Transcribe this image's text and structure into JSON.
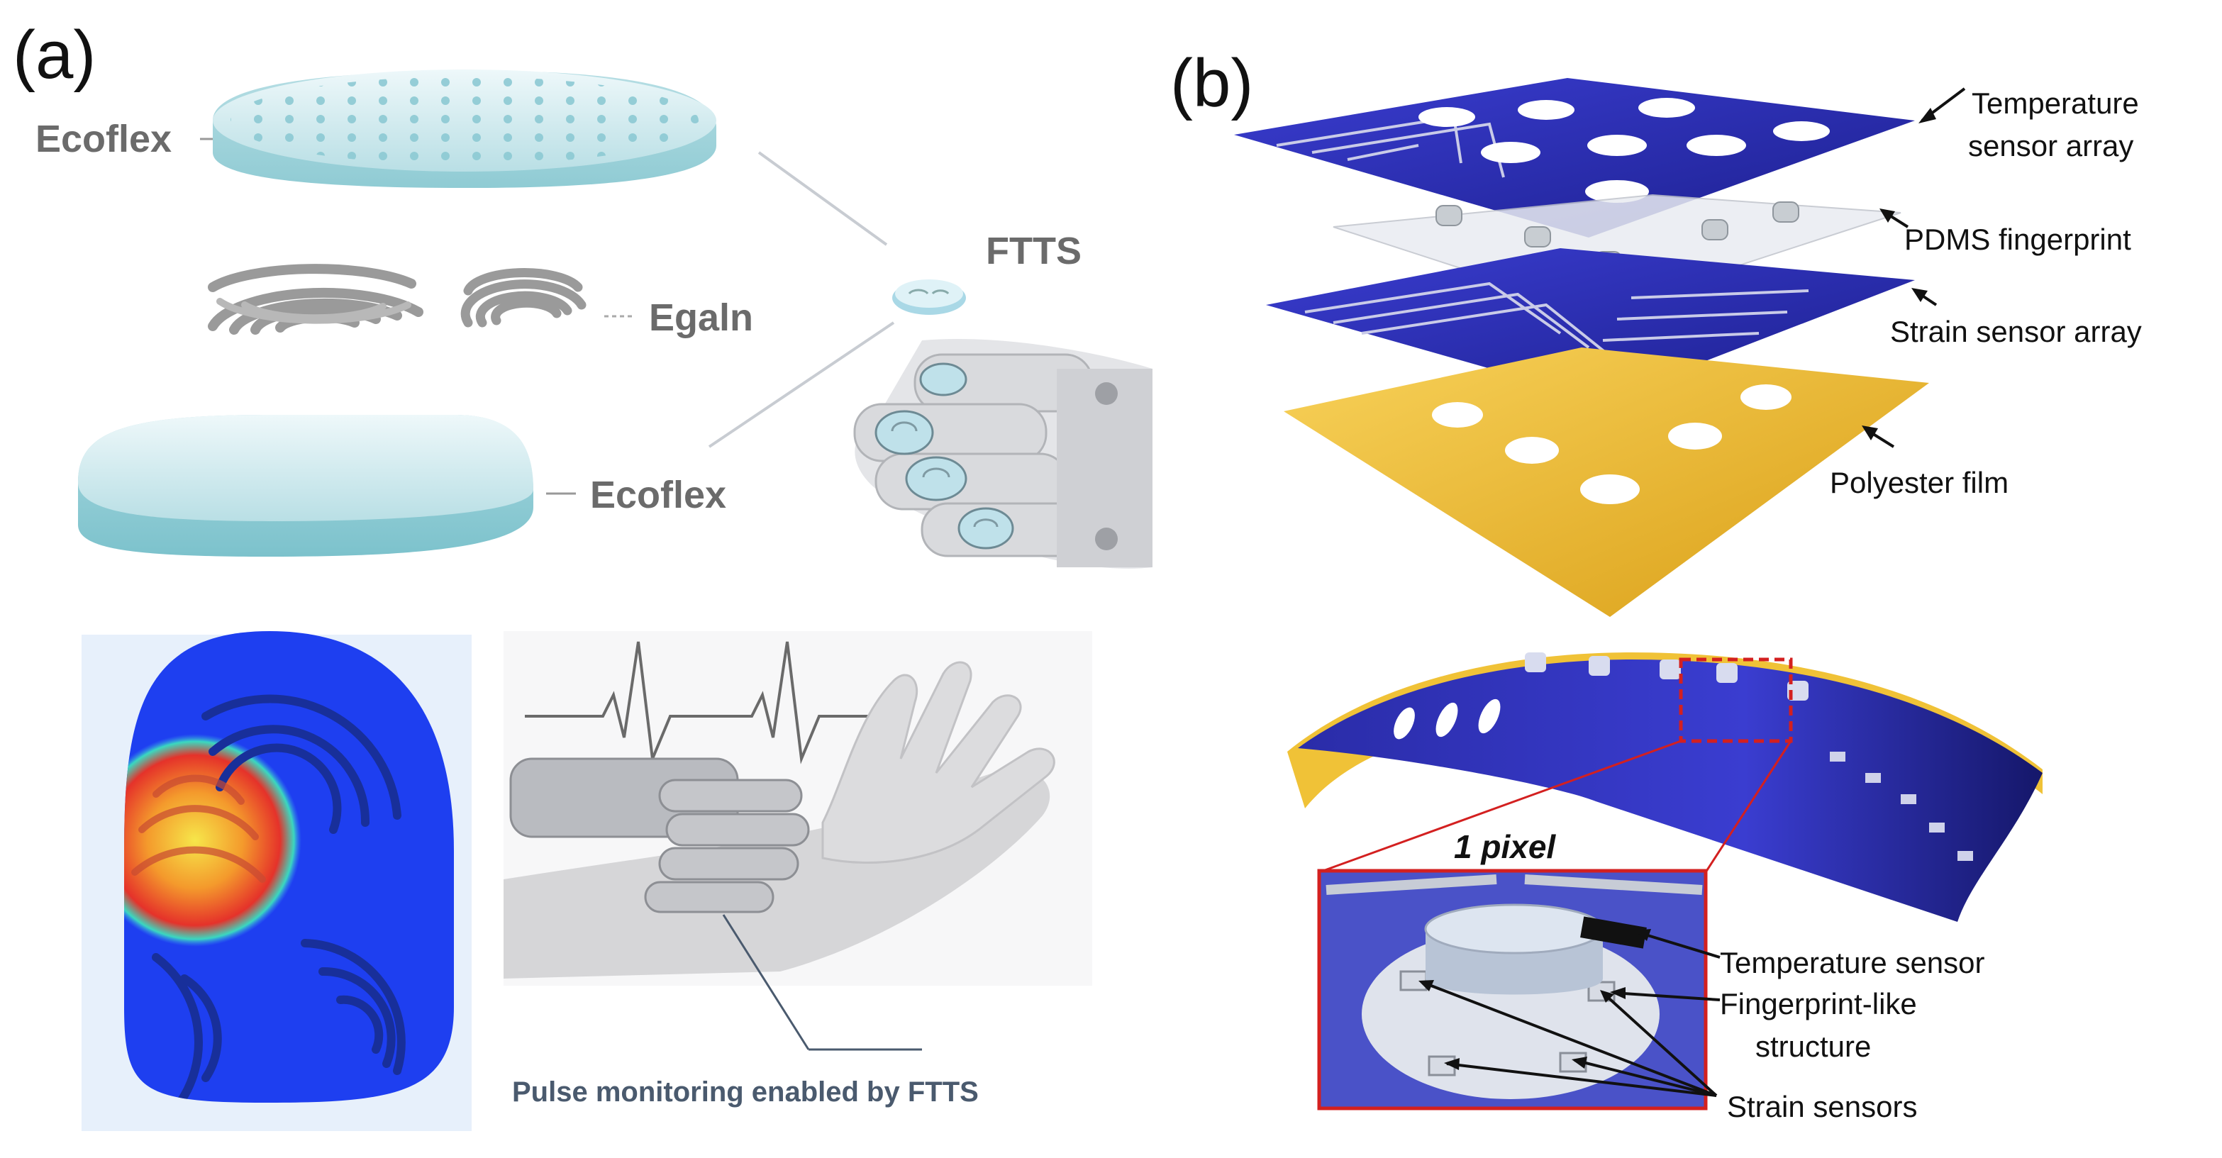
{
  "panel_a": {
    "letter": "(a)",
    "ecoflex_top": "Ecoflex",
    "egain": "Egaln",
    "ecoflex_bottom": "Ecoflex",
    "ftts": "FTTS",
    "pulse_caption": "Pulse monitoring enabled by FTTS"
  },
  "panel_b": {
    "letter": "(b)",
    "temp_array_1": "Temperature",
    "temp_array_2": "sensor array",
    "pdms": "PDMS fingerprint",
    "strain_array": "Strain sensor array",
    "polyester": "Polyester film",
    "pixel": "1 pixel",
    "temp_sensor": "Temperature sensor",
    "fingerprint_1": "Fingerprint-like",
    "fingerprint_2": "structure",
    "strain_sensors": "Strain sensors"
  },
  "colors": {
    "ecoflex": "#bfe3e8",
    "sensor_blue": "#2c2fc0",
    "polyester": "#f2c13a",
    "callout_red": "#d32020"
  }
}
